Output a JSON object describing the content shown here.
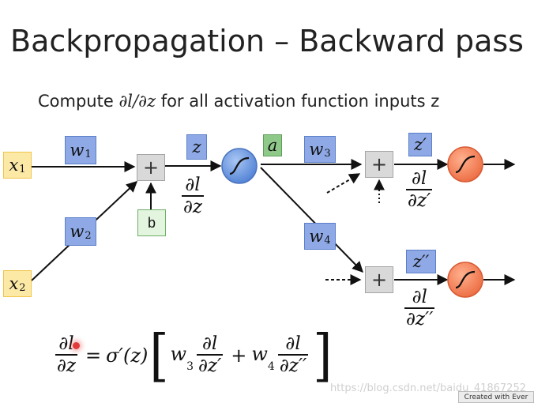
{
  "title": "Backpropagation – Backward pass",
  "subtitle": {
    "prefix": "Compute ",
    "math": "∂l/∂z",
    "suffix": " for all activation function inputs z"
  },
  "nodes": {
    "x1": {
      "base": "x",
      "sub": "1"
    },
    "x2": {
      "base": "x",
      "sub": "2"
    },
    "w1": {
      "base": "w",
      "sub": "1"
    },
    "w2": {
      "base": "w",
      "sub": "2"
    },
    "w3": {
      "base": "w",
      "sub": "3"
    },
    "w4": {
      "base": "w",
      "sub": "4"
    },
    "z": "z",
    "a": "a",
    "b": "b",
    "z_prime": "z′",
    "z_double_prime": "z′′",
    "plus": "+"
  },
  "partials": {
    "dl_dz": {
      "num": "∂l",
      "den": "∂z"
    },
    "dl_dz_prime": {
      "num": "∂l",
      "den": "∂z′"
    },
    "dl_dz_double_prime": {
      "num": "∂l",
      "den": "∂z′′"
    }
  },
  "formula": {
    "lhs_num": "∂l",
    "lhs_den": "∂z",
    "equals": "=",
    "sigma": "σ′(z)",
    "left_bracket": "[",
    "w3": "w",
    "w3_sub": "3",
    "t1_num": "∂l",
    "t1_den": "∂z′",
    "plus": "+",
    "w4": "w",
    "w4_sub": "4",
    "t2_num": "∂l",
    "t2_den": "∂z′′",
    "right_bracket": "]"
  },
  "watermark": "https://blog.csdn.net/baidu_41867252",
  "badge": "Created with Ever",
  "colors": {
    "input_fill": "#fde9a6",
    "weight_fill": "#8ea9e6",
    "activation_label_fill": "#8fc98a",
    "bias_fill": "#e3f4df",
    "neuron_blue": "#6f9be0",
    "neuron_orange": "#f4845f",
    "adder_fill": "#d9d9d9"
  }
}
